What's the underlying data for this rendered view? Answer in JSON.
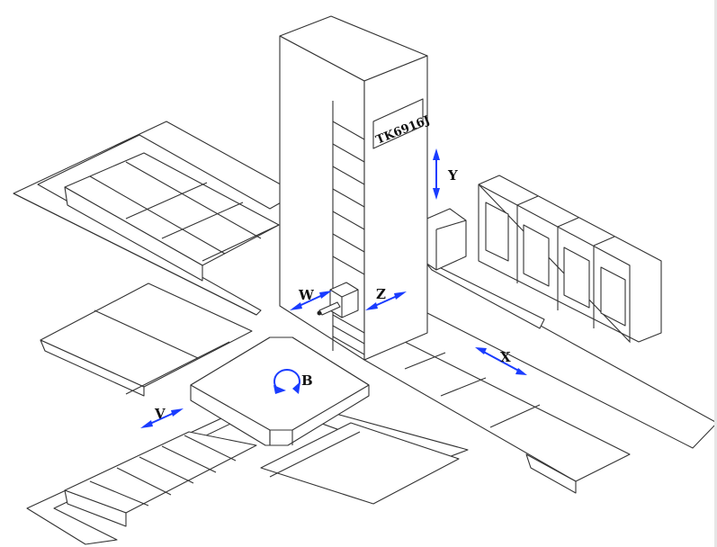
{
  "diagram": {
    "nameplate": "TK6916J",
    "axis_labels": {
      "y": "Y",
      "z": "Z",
      "w": "W",
      "x": "X",
      "v": "V",
      "b": "B"
    },
    "arrow_color": "#1a3cff"
  }
}
